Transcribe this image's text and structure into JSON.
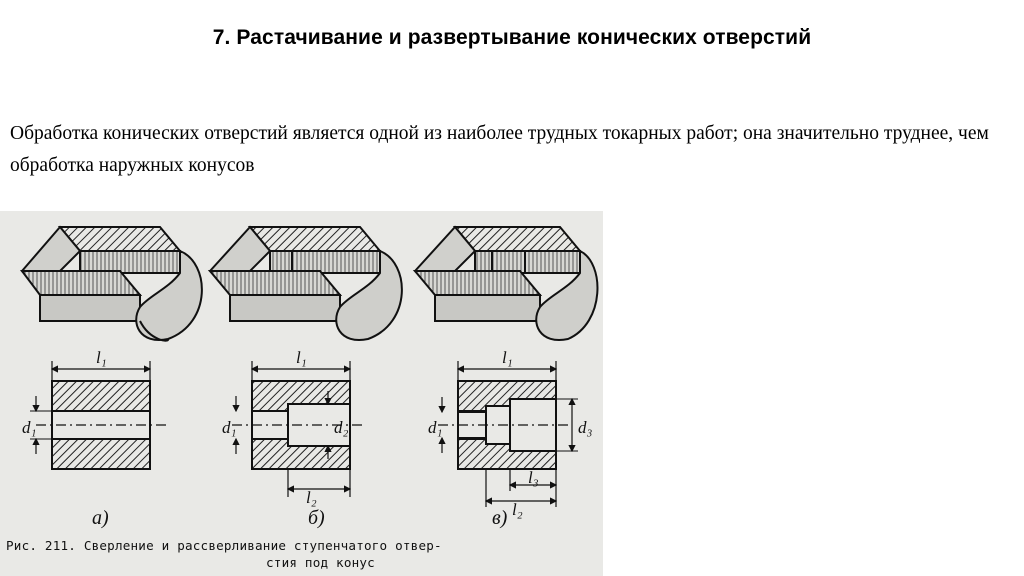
{
  "slide": {
    "title": "7. Растачивание и развертывание конических отверстий",
    "body": "Обработка конических отверстий является одной из наиболее трудных токарных работ; она значительно труднее, чем обработка наружных конусов"
  },
  "figure": {
    "dimension_labels": {
      "a_l1": "l₁",
      "a_d1": "d₁",
      "b_l1": "l₁",
      "b_d1": "d₁",
      "b_d2": "d₂",
      "b_l2": "l₂",
      "c_l1": "l₁",
      "c_d1": "d₁",
      "c_d3": "d₃",
      "c_l2": "l₂",
      "c_l3": "l₃"
    },
    "sublabels": {
      "a": "а)",
      "b": "б)",
      "c": "в)"
    },
    "caption_line1": "Рис. 211. Сверление и рассверливание ступенчатого отвер-",
    "caption_line2": "стия под конус"
  }
}
